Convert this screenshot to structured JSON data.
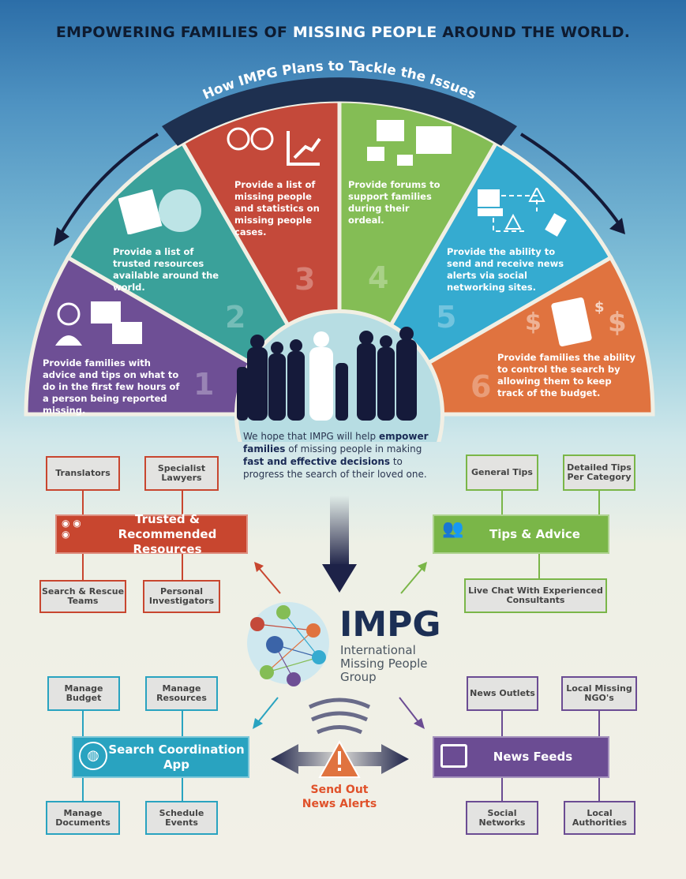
{
  "title": {
    "part1": "EMPOWERING FAMILIES OF ",
    "highlight": "MISSING PEOPLE",
    "part2": " AROUND THE WORLD."
  },
  "banner": "How IMPG Plans to Tackle the Issues",
  "segments": [
    {
      "num": "1",
      "text": "Provide families with advice and tips on what to do in the first few hours of a person being reported missing.",
      "color": "#6e4f95",
      "icon": "advice-thumbs-icon"
    },
    {
      "num": "2",
      "text": "Provide a list of trusted resources available around the world.",
      "color": "#3aa19a",
      "icon": "document-globe-icon"
    },
    {
      "num": "3",
      "text": "Provide a list of missing people and statistics on missing people cases.",
      "color": "#c4493a",
      "icon": "people-chart-icon"
    },
    {
      "num": "4",
      "text": "Provide forums to support families during their ordeal.",
      "color": "#84bd55",
      "icon": "speech-bubbles-icon"
    },
    {
      "num": "5",
      "text": "Provide the ability to send and receive news alerts via social networking sites.",
      "color": "#35abd0",
      "icon": "computer-alert-phone-icon"
    },
    {
      "num": "6",
      "text": "Provide  families the ability to control the search by allowing them to keep track of the budget.",
      "color": "#e0733f",
      "icon": "calculator-dollar-icon"
    }
  ],
  "message": {
    "t1": "We hope that IMPG will help ",
    "b1": "empower families",
    "t2": " of missing people in making ",
    "b2": "fast and effective decisions",
    "t3": " to progress the search of their loved one."
  },
  "logo": {
    "name": "IMPG",
    "line1": "International",
    "line2": "Missing People",
    "line3": "Group"
  },
  "alert": {
    "line1": "Send Out",
    "line2": "News Alerts"
  },
  "groups": {
    "trusted": {
      "label": "Trusted & Recommended Resources",
      "items": [
        "Translators",
        "Specialist Lawyers",
        "Search & Rescue Teams",
        "Personal Investigators"
      ]
    },
    "tips": {
      "label": "Tips & Advice",
      "items": [
        "General Tips",
        "Detailed Tips Per Category",
        "Live Chat With Experienced Consultants"
      ]
    },
    "search": {
      "label": "Search Coordination App",
      "items": [
        "Manage Budget",
        "Manage Resources",
        "Manage Documents",
        "Schedule Events"
      ]
    },
    "news": {
      "label": "News Feeds",
      "items": [
        "News Outlets",
        "Local Missing NGO's",
        "Social Networks",
        "Local Authorities"
      ]
    }
  }
}
